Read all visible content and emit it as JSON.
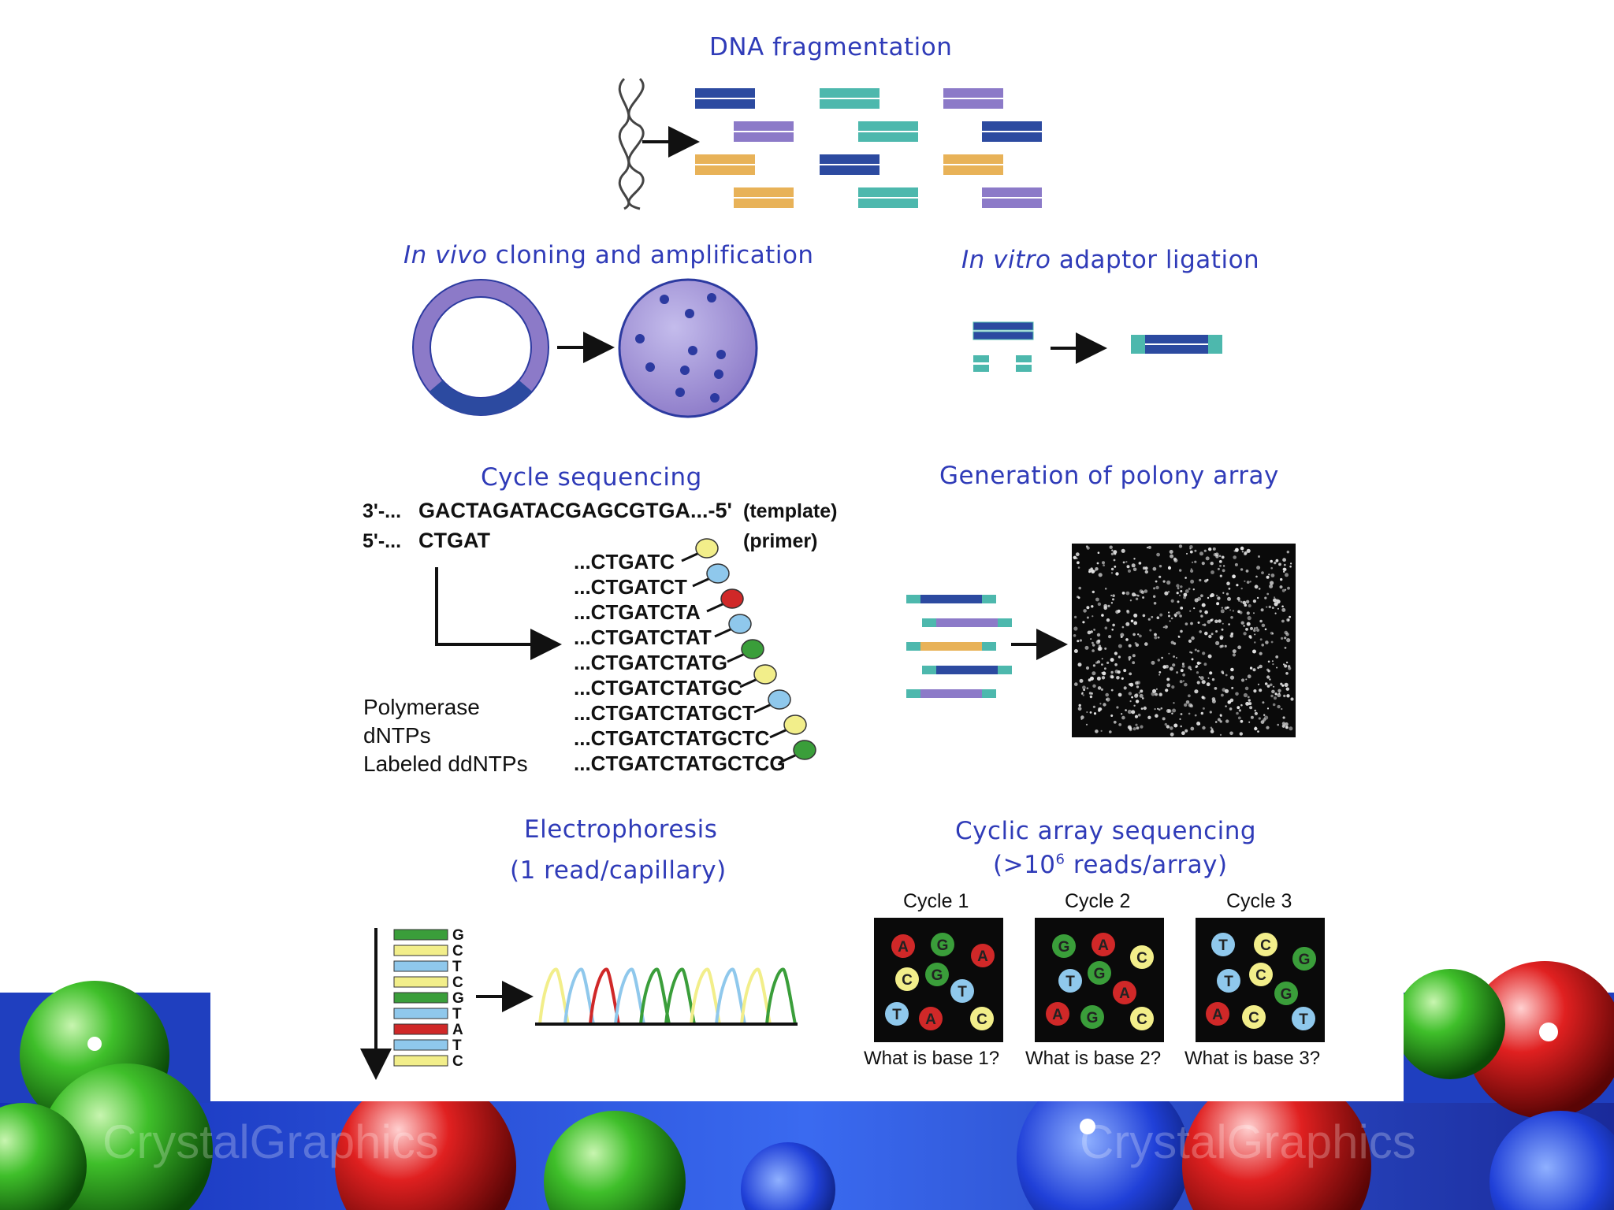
{
  "sections": {
    "fragmentation": {
      "title": "DNA fragmentation"
    },
    "cloning": {
      "title_italic": "In vivo",
      "title_rest": "cloning and amplification"
    },
    "ligation": {
      "title_italic": "In vitro",
      "title_rest": "adaptor ligation"
    },
    "cycle_seq": {
      "title": "Cycle sequencing",
      "template_prefix": "3'-...",
      "template_seq": "GACTAGATACGAGCGTGA...-5'",
      "template_label": "(template)",
      "primer_prefix": "5'-...",
      "primer_seq": "CTGAT",
      "primer_label": "(primer)",
      "reagents": [
        "Polymerase",
        "dNTPs",
        "Labeled ddNTPs"
      ],
      "products": [
        "...CTGATC",
        "...CTGATCT",
        "...CTGATCTA",
        "...CTGATCTAT",
        "...CTGATCTATG",
        "...CTGATCTATGC",
        "...CTGATCTATGCT",
        "...CTGATCTATGCTC",
        "...CTGATCTATGCTCG"
      ]
    },
    "polony": {
      "title": "Generation of polony array"
    },
    "electrophoresis": {
      "title": "Electrophoresis",
      "subtitle": "(1 read/capillary)",
      "gel_letters": [
        "G",
        "C",
        "T",
        "C",
        "G",
        "T",
        "A",
        "T",
        "C"
      ]
    },
    "cyclic": {
      "title": "Cyclic array sequencing",
      "subtitle_prefix": "(>10",
      "subtitle_sup": "6",
      "subtitle_suffix": " reads/array)",
      "cycles": [
        {
          "label": "Cycle 1",
          "question": "What is base 1?"
        },
        {
          "label": "Cycle 2",
          "question": "What is base 2?"
        },
        {
          "label": "Cycle 3",
          "question": "What is base 3?"
        }
      ]
    }
  },
  "background": {
    "watermark": "CrystalGraphics"
  },
  "colors": {
    "title_blue": "#2f3bb8",
    "dark_blue": "#2c4aa0",
    "teal": "#4db8ad",
    "purple": "#8c7ac8",
    "orange": "#e8b258",
    "dye_yellow": "#f2ee8a",
    "dye_lightblue": "#8fc8ec",
    "dye_red": "#d02828",
    "dye_green": "#3a9e3a"
  }
}
